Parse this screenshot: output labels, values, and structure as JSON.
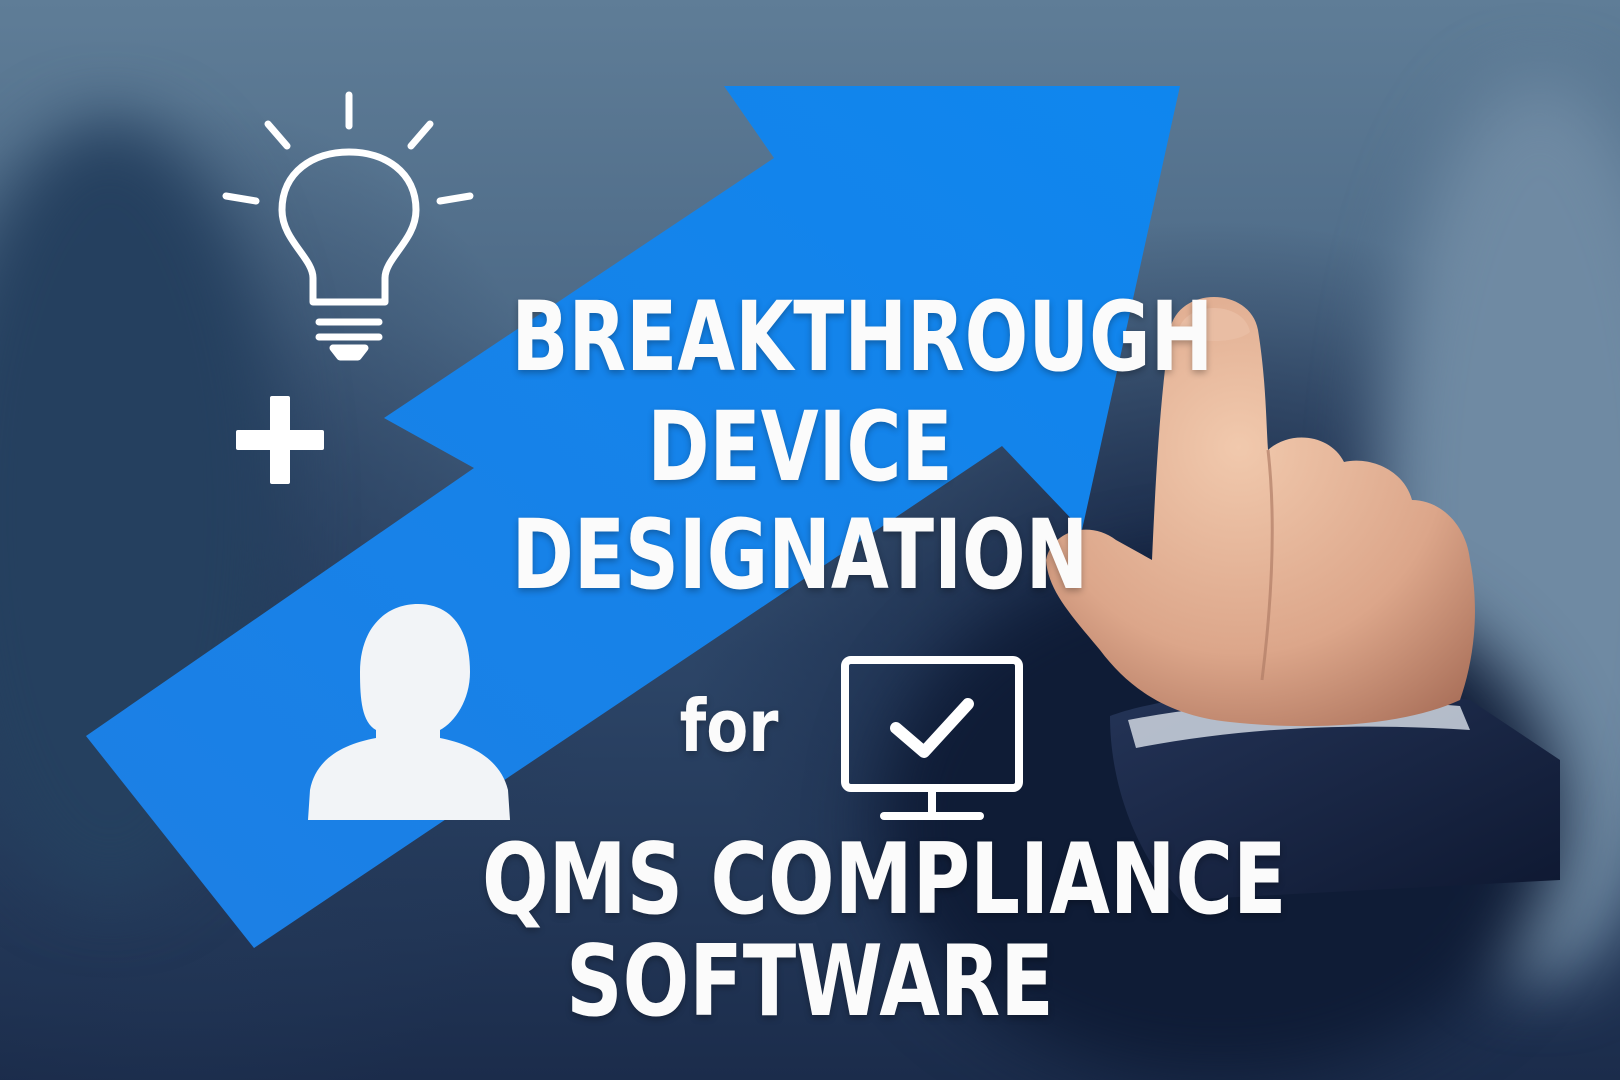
{
  "headline": {
    "line1": "BREAKTHROUGH",
    "line2": "DEVICE",
    "line3": "DESIGNATION"
  },
  "connector": "for",
  "subheadline": {
    "line1": "QMS COMPLIANCE",
    "line2": "SOFTWARE"
  },
  "icons": [
    "lightbulb-icon",
    "plus-icon",
    "person-icon",
    "monitor-check-icon",
    "arrow-up-graphic",
    "pointing-hand-photo"
  ],
  "colors": {
    "arrow": "#1a86e8",
    "text": "#fbfbfb",
    "background_dark": "#13213f",
    "background_light": "#5f7d97"
  }
}
